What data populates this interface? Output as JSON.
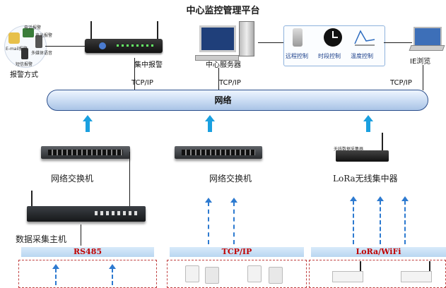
{
  "title": "中心监控管理平台",
  "network_label": "网络",
  "top": {
    "alarm_label": "报警方式",
    "alarm_items": [
      "电话报警",
      "E-mail报警",
      "声光报警",
      "多媒体语音",
      "短信报警"
    ],
    "router_label": "集中报警",
    "server_label": "中心服务器",
    "control_items": [
      "远程控制",
      "时段控制",
      "温度控制"
    ],
    "ie_label": "IE浏览",
    "tcp_labels": [
      "TCP/IP",
      "TCP/IP",
      "TCP/IP"
    ]
  },
  "middle": {
    "switch_left_label": "网络交换机",
    "switch_mid_label": "网络交换机",
    "lora_label": "LoRa无线集中器",
    "lora_device_text": "无线数据采集器",
    "daq_label": "数据采集主机"
  },
  "bottom": {
    "bands": [
      "RS485",
      "TCP/IP",
      "LoRa/WiFi"
    ]
  },
  "colors": {
    "arrow": "#1aa0e0",
    "dashed_arrow": "#2d7ad0",
    "band_text": "#c00000",
    "network_border": "#2c4f8c"
  }
}
